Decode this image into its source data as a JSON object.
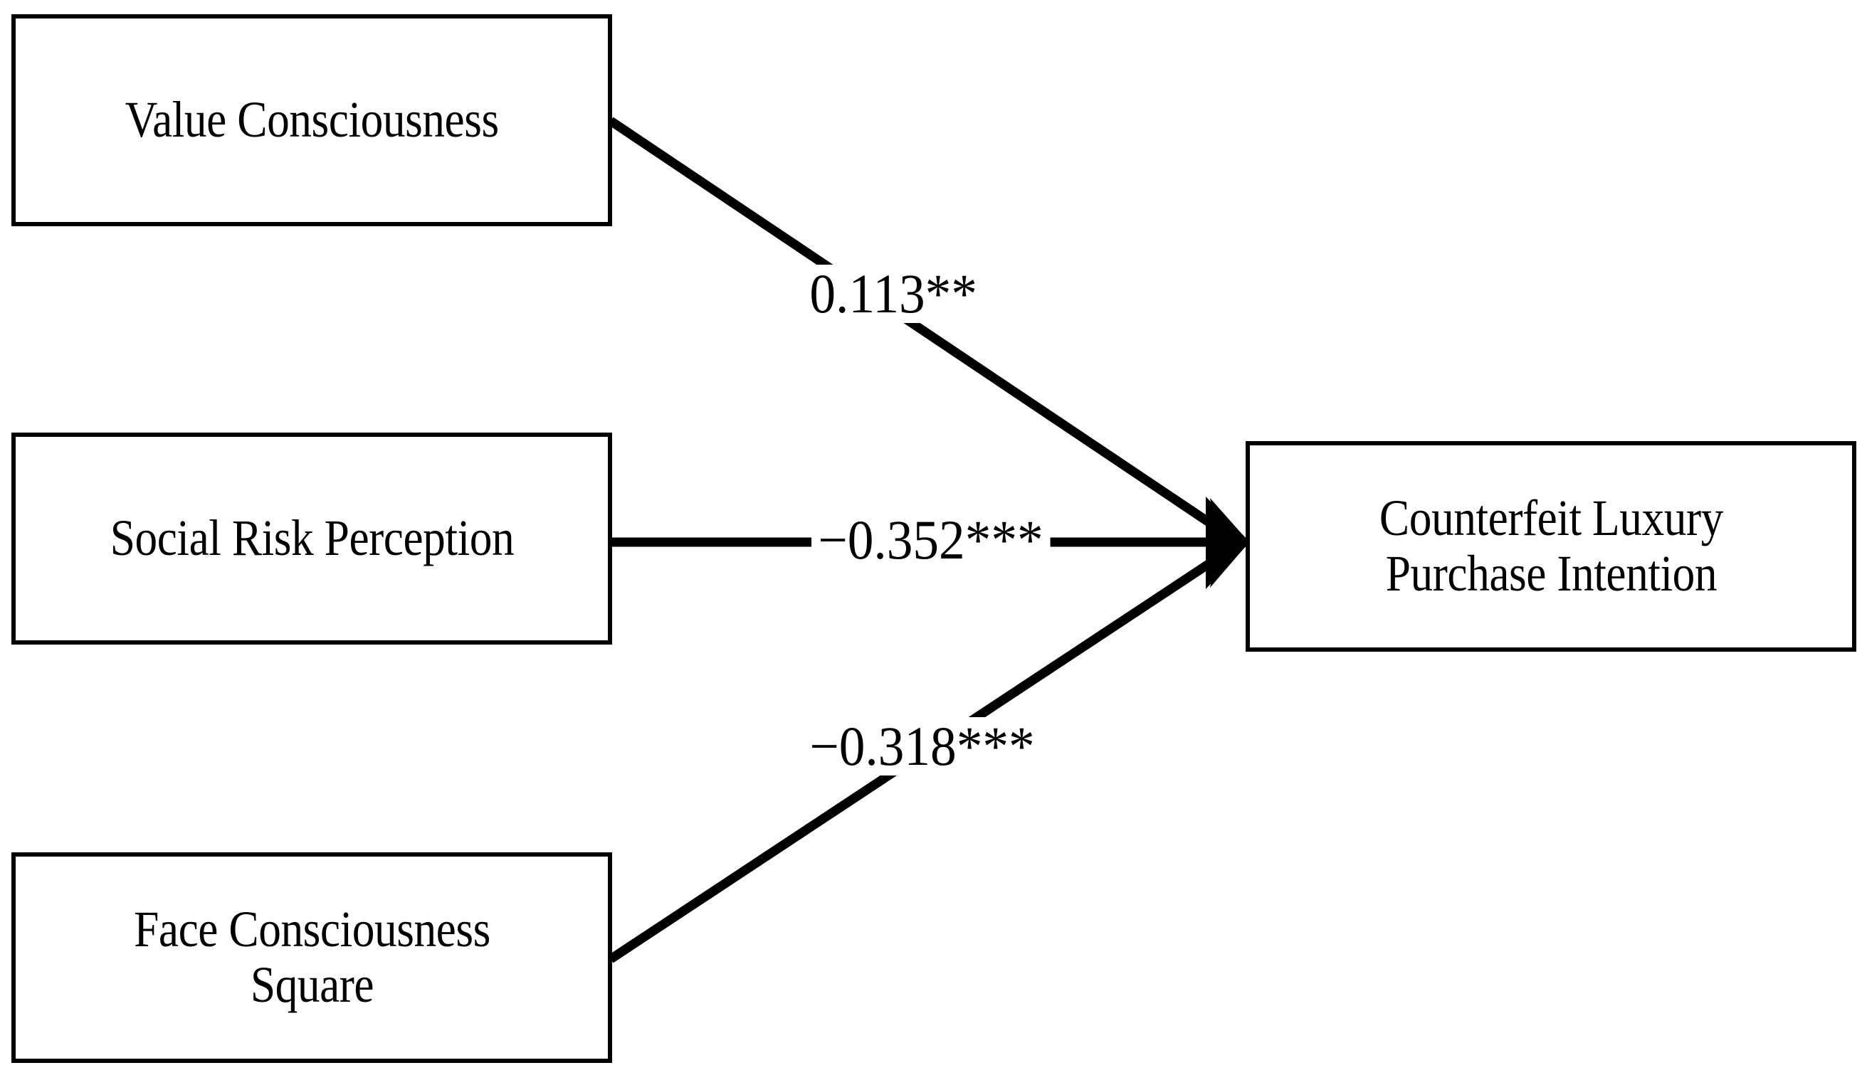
{
  "figure": {
    "type": "path-diagram",
    "background_color": "#ffffff",
    "line_color": "#000000",
    "text_color": "#000000"
  },
  "nodes": {
    "predictors": [
      {
        "id": "value-consciousness",
        "label": "Value Consciousness"
      },
      {
        "id": "social-risk-perception",
        "label": "Social Risk Perception"
      },
      {
        "id": "face-consciousness-square",
        "label": "Face Consciousness\nSquare"
      }
    ],
    "outcome": {
      "id": "counterfeit-luxury-purchase-intention",
      "label": "Counterfeit Luxury\nPurchase Intention"
    }
  },
  "paths": [
    {
      "id": "h1",
      "from": "Value Consciousness",
      "to": "Counterfeit Luxury Purchase Intention",
      "coefficient": "0.113**",
      "value": 0.113,
      "significance": "**"
    },
    {
      "id": "h2",
      "from": "Social Risk Perception",
      "to": "Counterfeit Luxury Purchase Intention",
      "coefficient": "−0.352***",
      "value": -0.352,
      "significance": "***"
    },
    {
      "id": "h3",
      "from": "Face Consciousness Square",
      "to": "Counterfeit Luxury Purchase Intention",
      "coefficient": "−0.318***",
      "value": -0.318,
      "significance": "***"
    }
  ],
  "icons": {
    "arrowhead": "arrowhead-icon"
  }
}
